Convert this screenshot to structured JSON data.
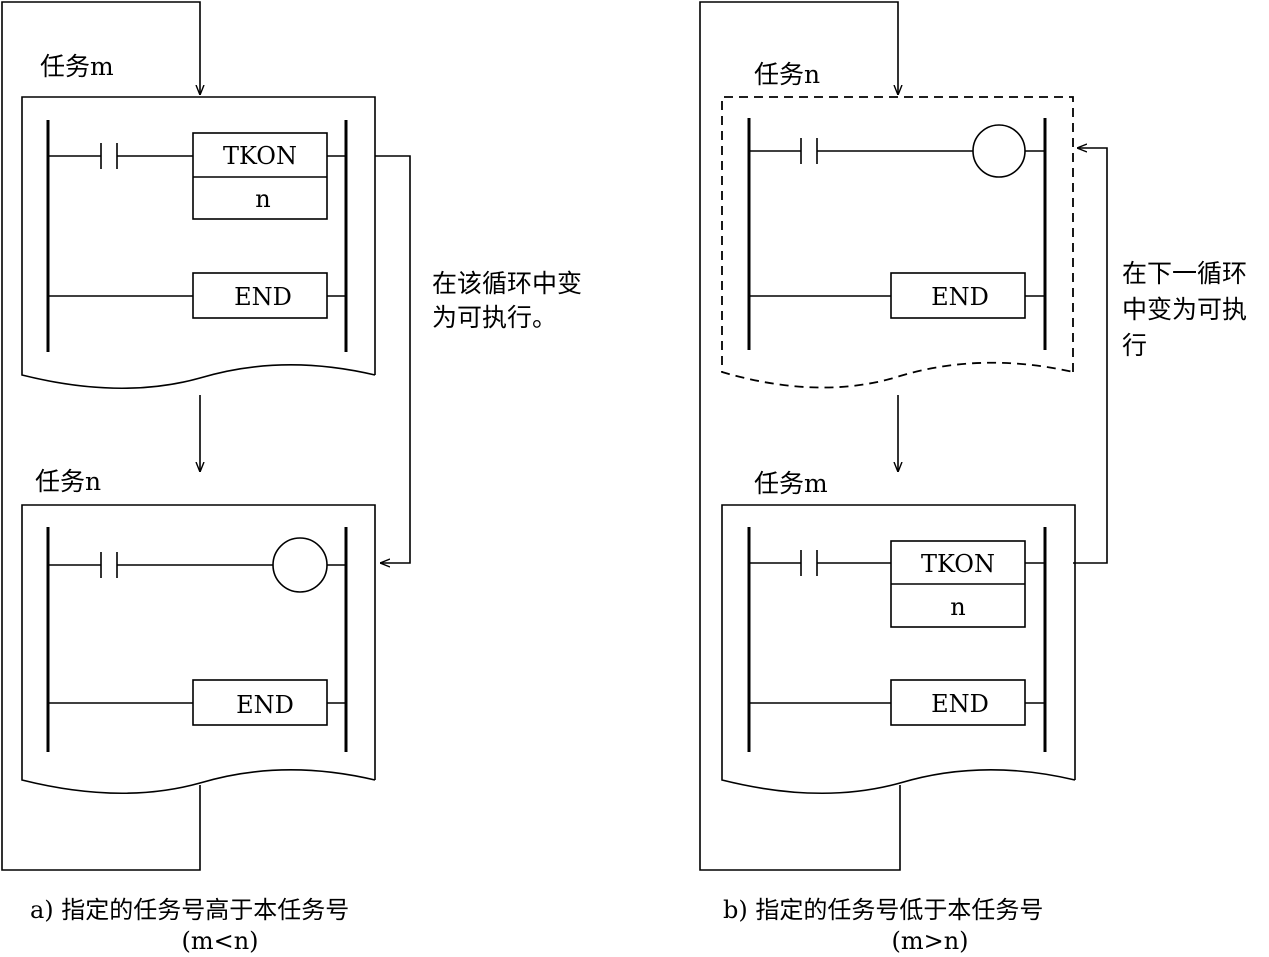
{
  "panel_a": {
    "top_task_label": "任务m",
    "top_box_top": "TKON",
    "top_box_bottom": "n",
    "top_end": "END",
    "note_line1": "在该循环中变",
    "note_line2": "为可执行。",
    "bottom_task_label": "任务n",
    "bottom_end": "END",
    "caption_line1": "a) 指定的任务号高于本任务号",
    "caption_line2": "(m<n)"
  },
  "panel_b": {
    "top_task_label": "任务n",
    "top_end": "END",
    "note_line1": "在下一循环",
    "note_line2": "中变为可执",
    "note_line3": "行",
    "bottom_task_label": "任务m",
    "bottom_box_top": "TKON",
    "bottom_box_bottom": "n",
    "bottom_end": "END",
    "caption_line1": "b) 指定的任务号低于本任务号",
    "caption_line2": "(m>n)"
  }
}
